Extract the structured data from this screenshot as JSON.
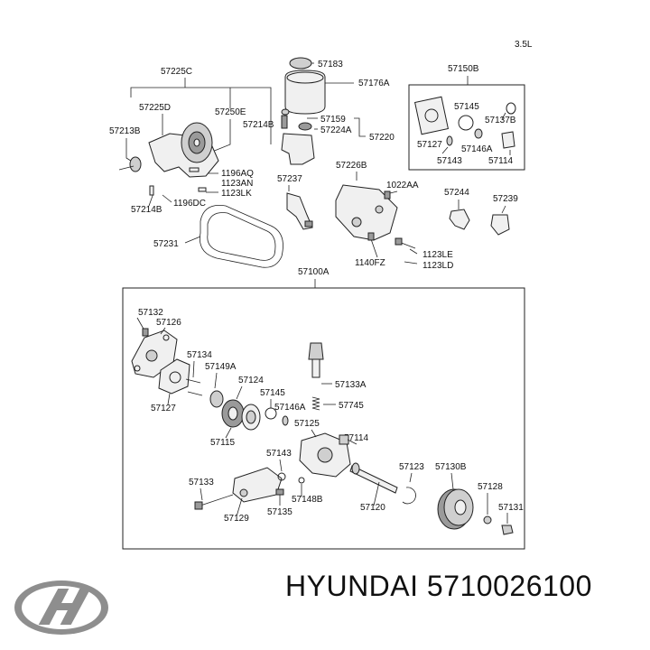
{
  "engine_label": "3.5L",
  "footer": {
    "brand": "HYUNDAI",
    "part_number": "5710026100"
  },
  "logo": {
    "name": "hyundai-logo-icon"
  },
  "labels": {
    "l57183": "57183",
    "l57176A": "57176A",
    "l57225C": "57225C",
    "l57225D": "57225D",
    "l57250E": "57250E",
    "l57213B": "57213B",
    "l57214B_top": "57214B",
    "l57159": "57159",
    "l57224A": "57224A",
    "l57220": "57220",
    "l1196AQ": "1196AQ",
    "l1123AN": "1123AN",
    "l1123LK": "1123LK",
    "l1196DC": "1196DC",
    "l57214B_bottom": "57214B",
    "l57237": "57237",
    "l57226B": "57226B",
    "l1022AA": "1022AA",
    "l57231": "57231",
    "l1140FZ": "1140FZ",
    "l1123LE": "1123LE",
    "l1123LD": "1123LD",
    "l57150B": "57150B",
    "l57145_top": "57145",
    "l57137B": "57137B",
    "l57127_top": "57127",
    "l57146A_top": "57146A",
    "l57143_top": "57143",
    "l57114_top": "57114",
    "l57244": "57244",
    "l57239": "57239",
    "l57100A": "57100A",
    "l57132": "57132",
    "l57126": "57126",
    "l57134": "57134",
    "l57149A": "57149A",
    "l57127_bot": "57127",
    "l57124": "57124",
    "l57145_bot": "57145",
    "l57133A": "57133A",
    "l57146A_bot": "57146A",
    "l57745": "57745",
    "l57115": "57115",
    "l57125": "57125",
    "l57114_bot": "57114",
    "l57143_bot": "57143",
    "l57133": "57133",
    "l57123": "57123",
    "l57130B": "57130B",
    "l57128": "57128",
    "l57131": "57131",
    "l57129": "57129",
    "l57135": "57135",
    "l57148B": "57148B",
    "l57120": "57120"
  }
}
